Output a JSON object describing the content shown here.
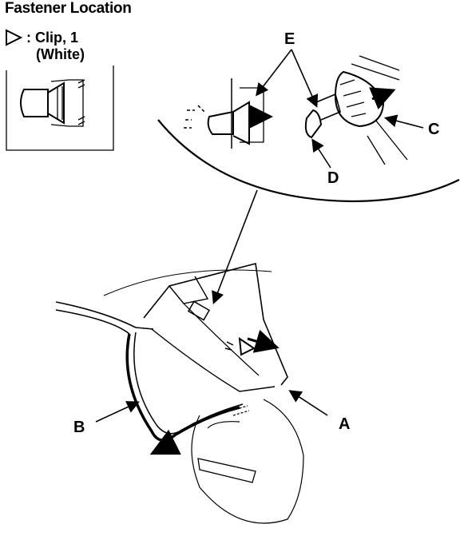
{
  "title": "Fastener Location",
  "legend": {
    "symbol": "triangle",
    "line1": ": Clip, 1",
    "line2": "(White)"
  },
  "callouts": {
    "a": "A",
    "b": "B",
    "c": "C",
    "d": "D",
    "e": "E"
  },
  "colors": {
    "ink": "#000000",
    "background": "#ffffff"
  }
}
